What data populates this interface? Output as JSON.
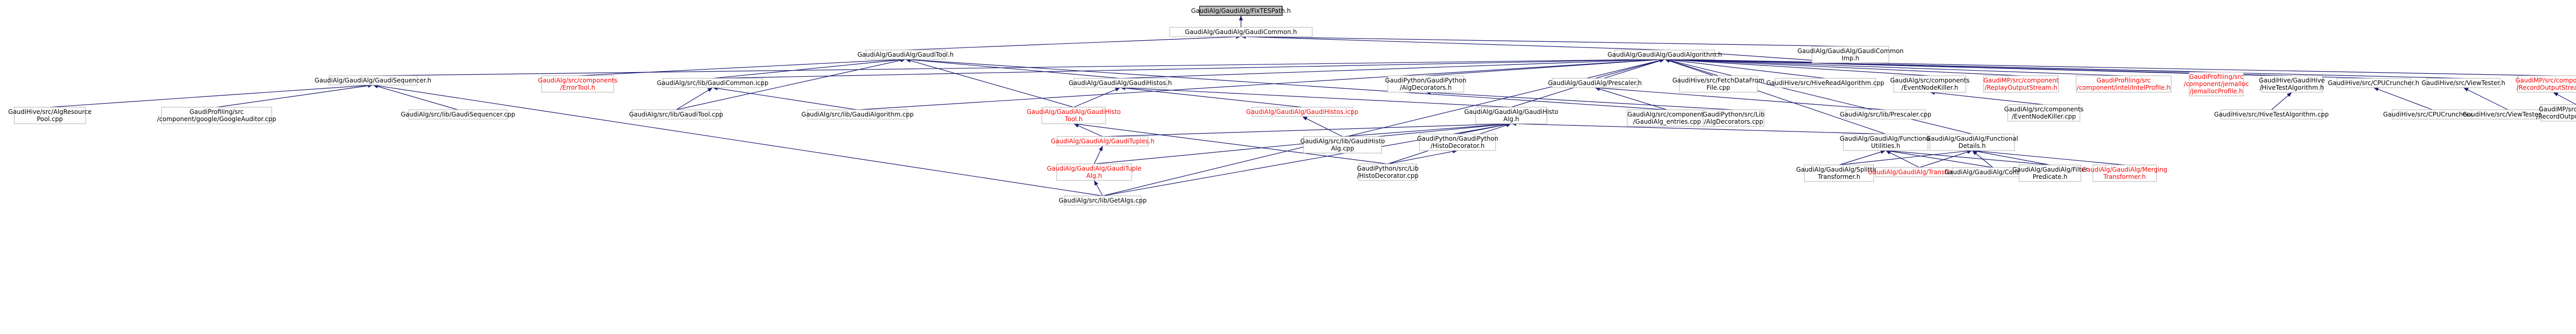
{
  "diagram": {
    "nodes": [
      {
        "id": "root",
        "lines": [
          "GaudiAlg/GaudiAlg/FixTESPath.h"
        ],
        "color": "#000000",
        "root": true
      },
      {
        "id": "common",
        "lines": [
          "GaudiAlg/GaudiAlg/GaudiCommon.h"
        ],
        "color": "#000000"
      },
      {
        "id": "tool",
        "lines": [
          "GaudiAlg/GaudiAlg/GaudiTool.h"
        ],
        "color": "#000000"
      },
      {
        "id": "algorithm",
        "lines": [
          "GaudiAlg/GaudiAlg/GaudiAlgorithm.h"
        ],
        "color": "#000000"
      },
      {
        "id": "commonicpp",
        "lines": [
          "GaudiAlg/GaudiAlg/GaudiCommon",
          "Imp.h"
        ],
        "color": "#000000"
      },
      {
        "id": "sequencer",
        "lines": [
          "GaudiAlg/GaudiAlg/GaudiSequencer.h"
        ],
        "color": "#000000"
      },
      {
        "id": "errortool",
        "lines": [
          "GaudiAlg/src/components",
          "/ErrorTool.h"
        ],
        "color": "#ff0000"
      },
      {
        "id": "commoncpp",
        "lines": [
          "GaudiAlg/src/lib/GaudiCommon.icpp"
        ],
        "color": "#000000"
      },
      {
        "id": "histos",
        "lines": [
          "GaudiAlg/GaudiAlg/GaudiHistos.h"
        ],
        "color": "#000000"
      },
      {
        "id": "pydecorators",
        "lines": [
          "GaudiPython/GaudiPython",
          "/AlgDecorators.h"
        ],
        "color": "#000000"
      },
      {
        "id": "prescaler",
        "lines": [
          "GaudiAlg/GaudiAlg/Prescaler.h"
        ],
        "color": "#000000"
      },
      {
        "id": "fetchdata",
        "lines": [
          "GaudiHive/src/FetchDataFrom",
          "File.cpp"
        ],
        "color": "#000000"
      },
      {
        "id": "hivereadalg",
        "lines": [
          "GaudiHive/src/HiveReadAlgorithm.cpp"
        ],
        "color": "#000000"
      },
      {
        "id": "eventnodekillerh",
        "lines": [
          "GaudiAlg/src/components",
          "/EventNodeKiller.h"
        ],
        "color": "#000000"
      },
      {
        "id": "replayoutput",
        "lines": [
          "GaudiMP/src/component",
          "/ReplayOutputStream.h"
        ],
        "color": "#ff0000"
      },
      {
        "id": "intelprofile",
        "lines": [
          "GaudiProfiling/src",
          "/component/intel/IntelProfile.h"
        ],
        "color": "#ff0000"
      },
      {
        "id": "jemalloc",
        "lines": [
          "GaudiProfiling/src",
          "/component/jemalloc",
          "/JemallocProfile.h"
        ],
        "color": "#ff0000"
      },
      {
        "id": "hivetestalgh",
        "lines": [
          "GaudiHive/GaudiHive",
          "/HiveTestAlgorithm.h"
        ],
        "color": "#000000"
      },
      {
        "id": "cpucruncherh",
        "lines": [
          "GaudiHive/src/CPUCruncher.h"
        ],
        "color": "#000000"
      },
      {
        "id": "viewtesterh",
        "lines": [
          "GaudiHive/src/ViewTester.h"
        ],
        "color": "#000000"
      },
      {
        "id": "recordoutputh",
        "lines": [
          "GaudiMP/src/component",
          "/RecordOutputStream.h"
        ],
        "color": "#ff0000"
      },
      {
        "id": "hiveresource",
        "lines": [
          "GaudiHive/src/AlgResource",
          "Pool.cpp"
        ],
        "color": "#000000"
      },
      {
        "id": "googleauditor",
        "lines": [
          "GaudiProfiling/src",
          "/component/google/GoogleAuditor.cpp"
        ],
        "color": "#000000"
      },
      {
        "id": "seqcpp",
        "lines": [
          "GaudiAlg/src/lib/GaudiSequencer.cpp"
        ],
        "color": "#000000"
      },
      {
        "id": "toolcpp",
        "lines": [
          "GaudiAlg/src/lib/GaudiTool.cpp"
        ],
        "color": "#000000"
      },
      {
        "id": "algcpp",
        "lines": [
          "GaudiAlg/src/lib/GaudiAlgorithm.cpp"
        ],
        "color": "#000000"
      },
      {
        "id": "histotool",
        "lines": [
          "GaudiAlg/GaudiAlg/GaudiHisto",
          "Tool.h"
        ],
        "color": "#ff0000"
      },
      {
        "id": "histosicpp",
        "lines": [
          "GaudiAlg/GaudiAlg/GaudiHistos.icpp"
        ],
        "color": "#ff0000"
      },
      {
        "id": "histoalg",
        "lines": [
          "GaudiAlg/GaudiAlg/GaudiHisto",
          "Alg.h"
        ],
        "color": "#000000"
      },
      {
        "id": "gaudialgentries",
        "lines": [
          "GaudiAlg/src/components",
          "/GaudiAlg_entries.cpp"
        ],
        "color": "#000000"
      },
      {
        "id": "pyalgdeccpp",
        "lines": [
          "GaudiPython/src/Lib",
          "/AlgDecorators.cpp"
        ],
        "color": "#000000"
      },
      {
        "id": "prescalercpp",
        "lines": [
          "GaudiAlg/src/lib/Prescaler.cpp"
        ],
        "color": "#000000"
      },
      {
        "id": "eventnodekillercpp",
        "lines": [
          "GaudiAlg/src/components",
          "/EventNodeKiller.cpp"
        ],
        "color": "#000000"
      },
      {
        "id": "hivetestalgcpp",
        "lines": [
          "GaudiHive/src/HiveTestAlgorithm.cpp"
        ],
        "color": "#000000"
      },
      {
        "id": "cpucrunchercpp",
        "lines": [
          "GaudiHive/src/CPUCruncher.cpp"
        ],
        "color": "#000000"
      },
      {
        "id": "viewtestercpp",
        "lines": [
          "GaudiHive/src/ViewTester.cpp"
        ],
        "color": "#000000"
      },
      {
        "id": "recordoutputcpp",
        "lines": [
          "GaudiMP/src/component",
          "/RecordOutputStream.cpp"
        ],
        "color": "#000000"
      },
      {
        "id": "tuples",
        "lines": [
          "GaudiAlg/GaudiAlg/GaudiTuples.h"
        ],
        "color": "#ff0000"
      },
      {
        "id": "histoalgcpp",
        "lines": [
          "GaudiAlg/src/lib/GaudiHisto",
          "Alg.cpp"
        ],
        "color": "#000000"
      },
      {
        "id": "histodecoratorh",
        "lines": [
          "GaudiPython/GaudiPython",
          "/HistoDecorator.h"
        ],
        "color": "#000000"
      },
      {
        "id": "funcutilities",
        "lines": [
          "GaudiAlg/GaudiAlg/Functional",
          "Utilities.h"
        ],
        "color": "#000000"
      },
      {
        "id": "funcdetails",
        "lines": [
          "GaudiAlg/GaudiAlg/Functional",
          "Details.h"
        ],
        "color": "#000000"
      },
      {
        "id": "tuplealg",
        "lines": [
          "GaudiAlg/GaudiAlg/GaudiTuple",
          "Alg.h"
        ],
        "color": "#ff0000"
      },
      {
        "id": "histodecoratorcpp",
        "lines": [
          "GaudiPython/src/Lib",
          "/HistoDecorator.cpp"
        ],
        "color": "#000000"
      },
      {
        "id": "getalgcpp",
        "lines": [
          "GaudiAlg/src/lib/GetAlgs.cpp"
        ],
        "color": "#000000"
      },
      {
        "id": "splitting",
        "lines": [
          "GaudiAlg/GaudiAlg/Splitting",
          "Transformer.h"
        ],
        "color": "#000000"
      },
      {
        "id": "transformer",
        "lines": [
          "GaudiAlg/GaudiAlg/Transformer.h"
        ],
        "color": "#ff0000"
      },
      {
        "id": "consumer",
        "lines": [
          "GaudiAlg/GaudiAlg/Consumer.h"
        ],
        "color": "#000000"
      },
      {
        "id": "filterpredicate",
        "lines": [
          "GaudiAlg/GaudiAlg/Filter",
          "Predicate.h"
        ],
        "color": "#000000"
      },
      {
        "id": "merging",
        "lines": [
          "GaudiAlg/GaudiAlg/Merging",
          "Transformer.h"
        ],
        "color": "#ff0000"
      }
    ],
    "edges": [
      [
        "root",
        "common"
      ],
      [
        "common",
        "tool"
      ],
      [
        "common",
        "algorithm"
      ],
      [
        "common",
        "commonicpp"
      ],
      [
        "tool",
        "errortool"
      ],
      [
        "tool",
        "commoncpp"
      ],
      [
        "tool",
        "histos"
      ],
      [
        "tool",
        "toolcpp"
      ],
      [
        "tool",
        "gaudialgentries"
      ],
      [
        "tool",
        "histotool"
      ],
      [
        "commonicpp",
        "algorithm"
      ],
      [
        "algorithm",
        "sequencer"
      ],
      [
        "algorithm",
        "commoncpp"
      ],
      [
        "algorithm",
        "histos"
      ],
      [
        "algorithm",
        "pydecorators"
      ],
      [
        "algorithm",
        "prescaler"
      ],
      [
        "algorithm",
        "fetchdata"
      ],
      [
        "algorithm",
        "hivereadalg"
      ],
      [
        "algorithm",
        "eventnodekillerh"
      ],
      [
        "algorithm",
        "replayoutput"
      ],
      [
        "algorithm",
        "intelprofile"
      ],
      [
        "algorithm",
        "jemalloc"
      ],
      [
        "algorithm",
        "hivetestalgh"
      ],
      [
        "algorithm",
        "cpucruncherh"
      ],
      [
        "algorithm",
        "viewtesterh"
      ],
      [
        "algorithm",
        "recordoutputh"
      ],
      [
        "algorithm",
        "algcpp"
      ],
      [
        "algorithm",
        "funcutilities"
      ],
      [
        "algorithm",
        "funcdetails"
      ],
      [
        "algorithm",
        "getalgcpp"
      ],
      [
        "algorithm",
        "histoalg"
      ],
      [
        "sequencer",
        "hiveresource"
      ],
      [
        "sequencer",
        "googleauditor"
      ],
      [
        "sequencer",
        "seqcpp"
      ],
      [
        "sequencer",
        "getalgcpp"
      ],
      [
        "commoncpp",
        "toolcpp"
      ],
      [
        "commoncpp",
        "algcpp"
      ],
      [
        "histos",
        "histotool"
      ],
      [
        "histos",
        "histosicpp"
      ],
      [
        "histos",
        "histoalg"
      ],
      [
        "histosicpp",
        "histoalgcpp"
      ],
      [
        "pydecorators",
        "pyalgdeccpp"
      ],
      [
        "prescaler",
        "gaudialgentries"
      ],
      [
        "prescaler",
        "prescalercpp"
      ],
      [
        "eventnodekillerh",
        "eventnodekillercpp"
      ],
      [
        "hivetestalgh",
        "hivetestalgcpp"
      ],
      [
        "cpucruncherh",
        "cpucrunchercpp"
      ],
      [
        "viewtesterh",
        "viewtestercpp"
      ],
      [
        "recordoutputh",
        "recordoutputcpp"
      ],
      [
        "histotool",
        "tuples"
      ],
      [
        "histotool",
        "histodecoratorcpp"
      ],
      [
        "histoalg",
        "tuples"
      ],
      [
        "histoalg",
        "histoalgcpp"
      ],
      [
        "histoalg",
        "histodecoratorh"
      ],
      [
        "histoalg",
        "funcutilities"
      ],
      [
        "histoalg",
        "tuplealg"
      ],
      [
        "histoalg",
        "histodecoratorcpp"
      ],
      [
        "histoalg",
        "getalgcpp"
      ],
      [
        "tuples",
        "tuplealg"
      ],
      [
        "histodecoratorh",
        "histodecoratorcpp"
      ],
      [
        "tuplealg",
        "getalgcpp"
      ],
      [
        "funcutilities",
        "splitting"
      ],
      [
        "funcutilities",
        "transformer"
      ],
      [
        "funcutilities",
        "consumer"
      ],
      [
        "funcutilities",
        "filterpredicate"
      ],
      [
        "funcdetails",
        "splitting"
      ],
      [
        "funcdetails",
        "transformer"
      ],
      [
        "funcdetails",
        "consumer"
      ],
      [
        "funcdetails",
        "filterpredicate"
      ],
      [
        "funcdetails",
        "merging"
      ]
    ]
  }
}
